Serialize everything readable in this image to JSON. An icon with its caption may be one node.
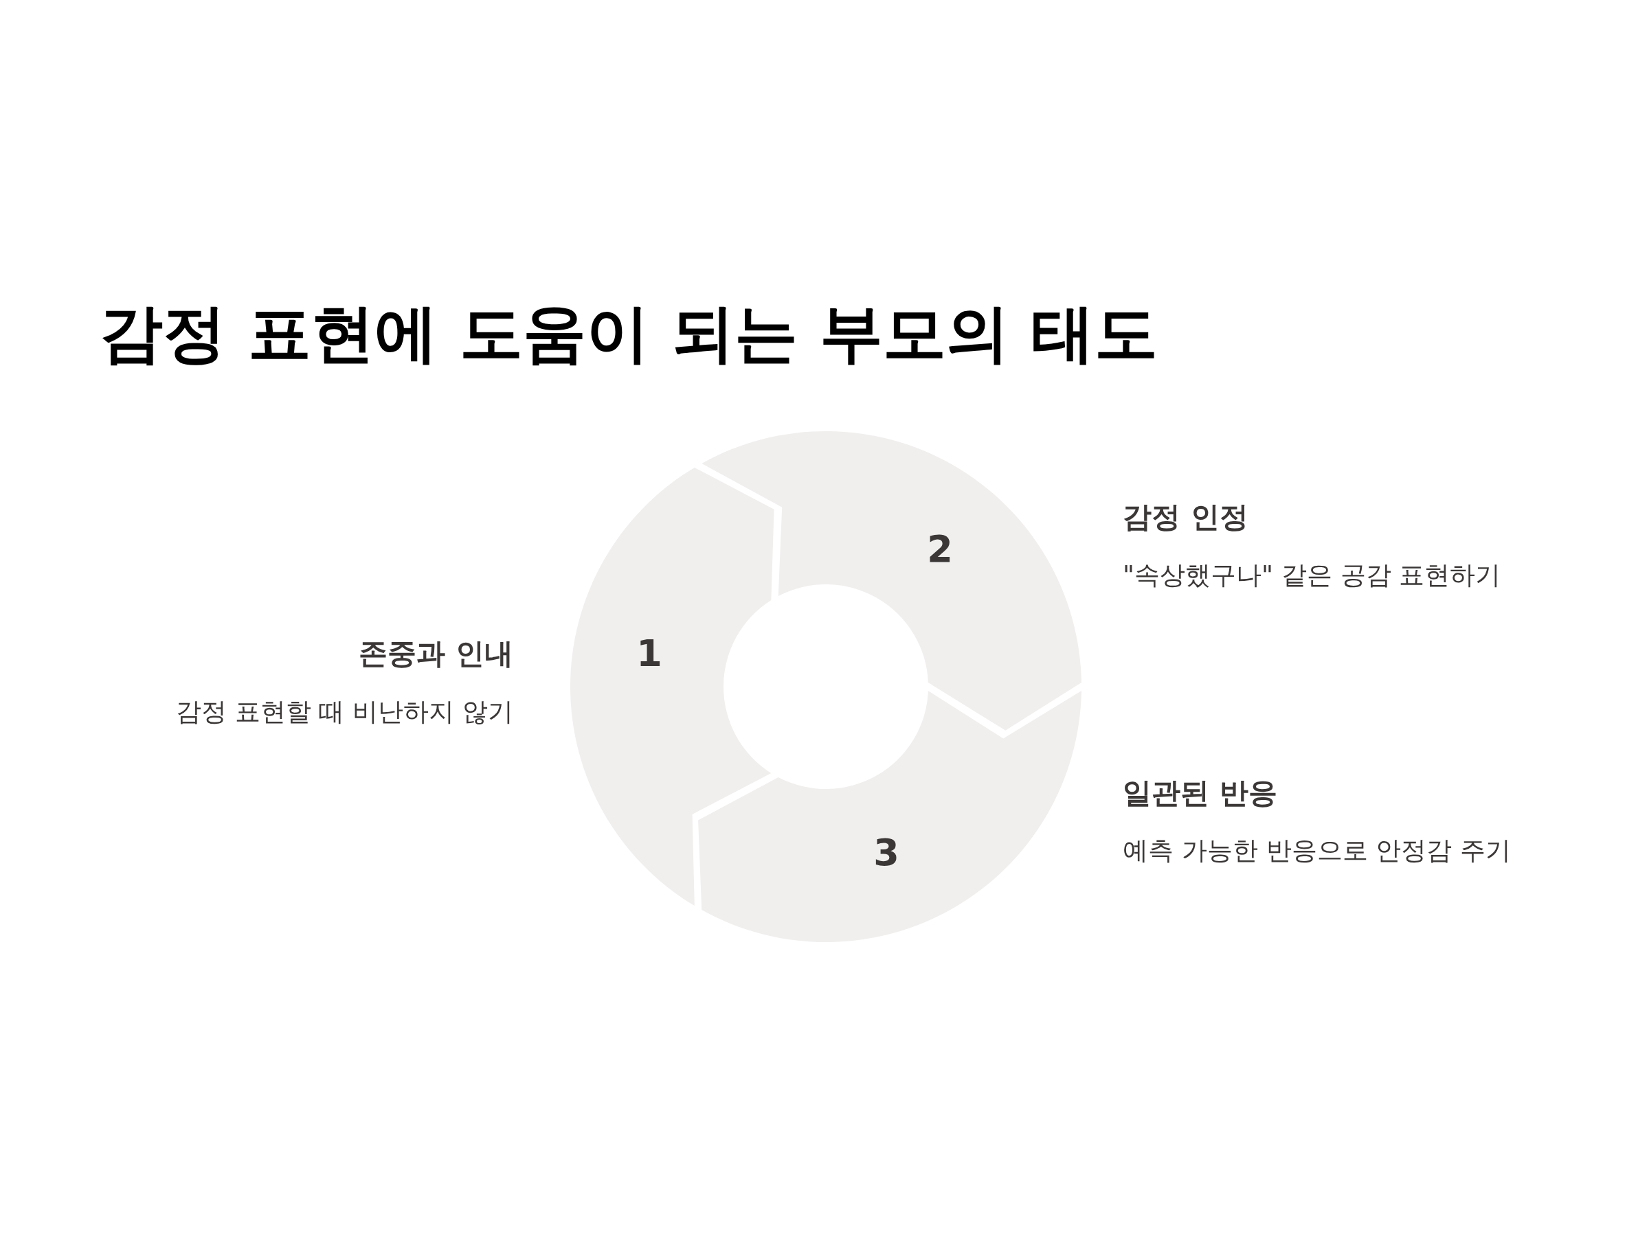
{
  "diagram": {
    "title": "감정 표현에 도움이 되는 부모의 태도",
    "nodes": [
      {
        "text": [
          "1"
        ],
        "beside": [
          "존중과 인내",
          "감정 표현할 때 비난하지 않기"
        ]
      },
      {
        "text": [
          "2"
        ],
        "beside": [
          "감정 인정",
          "\"속상했구나\" 같은 공감 표현하기"
        ]
      },
      {
        "text": [
          "3"
        ],
        "beside": [
          "일관된 반응",
          "예측 가능한 반응으로 안정감 주기"
        ]
      }
    ]
  }
}
